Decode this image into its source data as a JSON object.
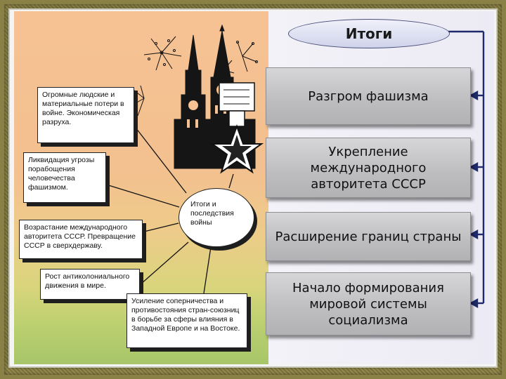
{
  "header": {
    "title": "Итоги"
  },
  "results": [
    {
      "label": "Разгром фашизма"
    },
    {
      "label": "Укрепление международного авторитета СССР"
    },
    {
      "label": "Расширение границ страны"
    },
    {
      "label": "Начало формирования мировой системы социализма"
    }
  ],
  "diagram": {
    "center": "Итоги и последствия войны",
    "notes": [
      "Огромные людские и материальные потери в войне. Экономическая разруха.",
      "Ликвидация угрозы порабощения человечества фашизмом.",
      "Возрастание международного авторитета СССР. Превращение СССР в сверхдержаву.",
      "Рост антиколониального движения в мире.",
      "Усиление соперничества и противостояния стран-союзниц в борьбе за сферы влияния в Западной Европе и на Востоке."
    ]
  },
  "colors": {
    "connector": "#1f2a6b",
    "left_panel_top": "#f6c294",
    "left_panel_bottom": "#a7c669"
  },
  "icons": [
    "kremlin-tower-icon",
    "order-medal-icon",
    "fireworks-icon"
  ]
}
